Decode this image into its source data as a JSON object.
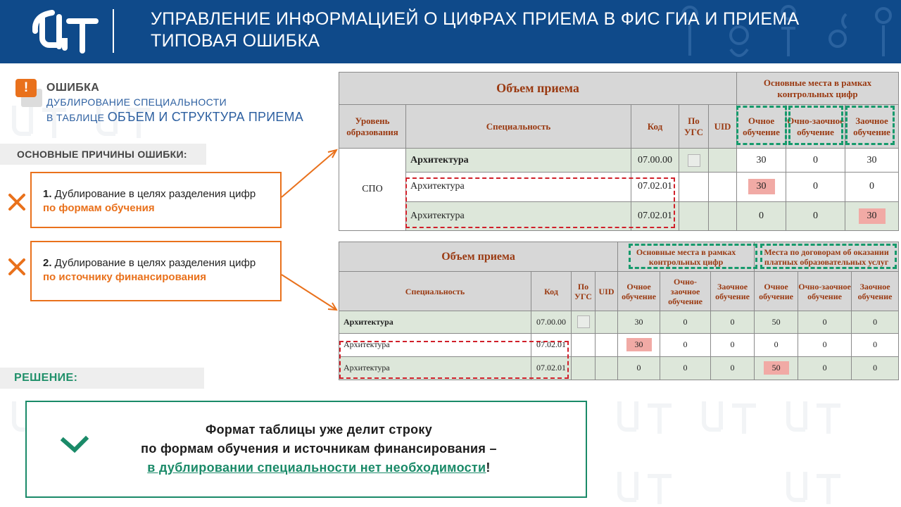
{
  "header": {
    "title_line1": "УПРАВЛЕНИЕ ИНФОРМАЦИЕЙ О ЦИФРАХ ПРИЕМА В ФИС ГИА И ПРИЕМА",
    "title_line2": "ТИПОВАЯ ОШИБКА",
    "logo_text": "ЦТ",
    "colors": {
      "header_bg": "#0f4a8a",
      "accent_orange": "#e9711c",
      "accent_green": "#1a8a68",
      "error_red": "#d0202a"
    }
  },
  "error": {
    "badge": "!",
    "title": "ОШИБКА",
    "subtitle1": "ДУБЛИРОВАНИЕ СПЕЦИАЛЬНОСТИ",
    "subtitle2_a": "В ТАБЛИЦЕ ",
    "subtitle2_b": "ОБЪЕМ И СТРУКТУРА ПРИЕМА"
  },
  "reasons": {
    "heading": "ОСНОВНЫЕ ПРИЧИНЫ ОШИБКИ:",
    "items": [
      {
        "num": "1.",
        "text": " Дублирование в целях разделения цифр ",
        "highlight": "по формам обучения"
      },
      {
        "num": "2.",
        "text": " Дублирование в целях разделения цифр ",
        "highlight": "по источнику финансирования"
      }
    ]
  },
  "solution": {
    "heading": "РЕШЕНИЕ:",
    "line1": "Формат таблицы уже делит строку",
    "line2": "по формам обучения и источникам финансирования –",
    "line3_link": "в дублировании специальности нет необходимости",
    "line3_end": "!"
  },
  "table1": {
    "header_volume": "Объем приема",
    "header_group": "Основные места в рамках контрольных цифр",
    "col_level": "Уровень образования",
    "col_spec": "Специальность",
    "col_code": "Код",
    "col_ugs": "По УГС",
    "col_uid": "UID",
    "col_full": "Очное обучение",
    "col_part": "Очно-заочное обучение",
    "col_dist": "Заочное обучение",
    "level": "СПО",
    "rows": [
      {
        "spec": "Архитектура",
        "code": "07.00.00",
        "full": "30",
        "part": "0",
        "dist": "30"
      },
      {
        "spec": "Архитектура",
        "code": "07.02.01",
        "full": "30",
        "part": "0",
        "dist": "0"
      },
      {
        "spec": "Архитектура",
        "code": "07.02.01",
        "full": "0",
        "part": "0",
        "dist": "30"
      }
    ]
  },
  "table2": {
    "header_volume": "Объем приема",
    "header_group1": "Основные места в рамках контрольных цифр",
    "header_group2": "Места по договорам об оказании платных образовательных услуг",
    "col_spec": "Специальность",
    "col_code": "Код",
    "col_ugs": "По УГС",
    "col_uid": "UID",
    "col_full": "Очное обучение",
    "col_part": "Очно-заочное обучение",
    "col_dist": "Заочное обучение",
    "rows": [
      {
        "spec": "Архитектура",
        "code": "07.00.00",
        "g1_full": "30",
        "g1_part": "0",
        "g1_dist": "0",
        "g2_full": "50",
        "g2_part": "0",
        "g2_dist": "0"
      },
      {
        "spec": "Архитектура",
        "code": "07.02.01",
        "g1_full": "30",
        "g1_part": "0",
        "g1_dist": "0",
        "g2_full": "0",
        "g2_part": "0",
        "g2_dist": "0"
      },
      {
        "spec": "Архитектура",
        "code": "07.02.01",
        "g1_full": "0",
        "g1_part": "0",
        "g1_dist": "0",
        "g2_full": "50",
        "g2_part": "0",
        "g2_dist": "0"
      }
    ]
  }
}
